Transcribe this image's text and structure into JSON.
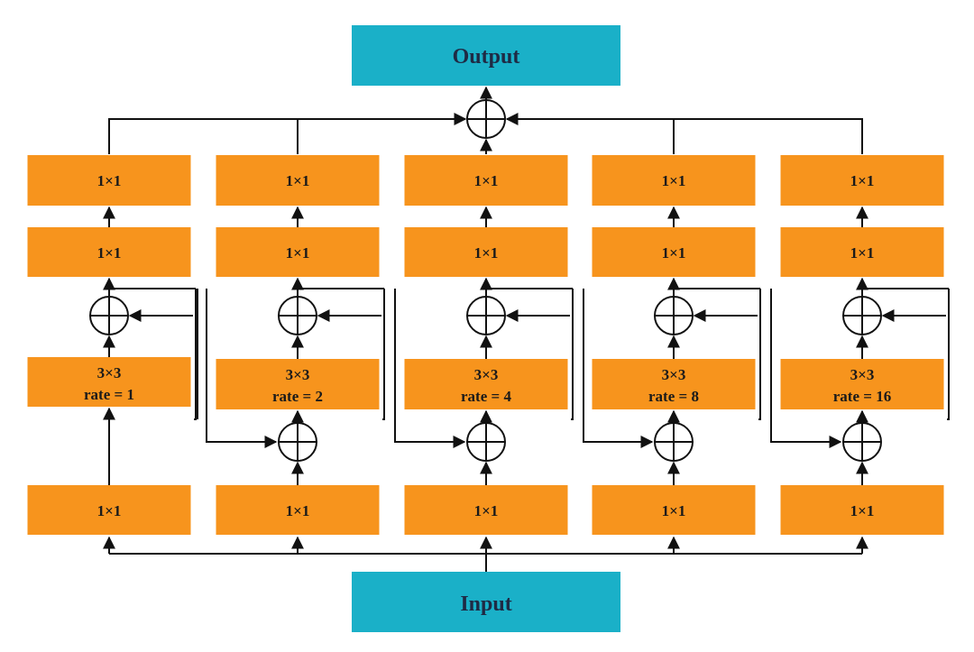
{
  "output_label": "Output",
  "input_label": "Input",
  "branches": [
    {
      "top_label": "1×1",
      "second_label": "1×1",
      "conv_label": "3×3",
      "rate_label": "rate = 1",
      "bottom_label": "1×1"
    },
    {
      "top_label": "1×1",
      "second_label": "1×1",
      "conv_label": "3×3",
      "rate_label": "rate = 2",
      "bottom_label": "1×1"
    },
    {
      "top_label": "1×1",
      "second_label": "1×1",
      "conv_label": "3×3",
      "rate_label": "rate = 4",
      "bottom_label": "1×1"
    },
    {
      "top_label": "1×1",
      "second_label": "1×1",
      "conv_label": "3×3",
      "rate_label": "rate = 8",
      "bottom_label": "1×1"
    },
    {
      "top_label": "1×1",
      "second_label": "1×1",
      "conv_label": "3×3",
      "rate_label": "rate = 16",
      "bottom_label": "1×1"
    }
  ],
  "colors": {
    "block": "#f7941d",
    "io_block": "#1ab0c8",
    "line": "#111111"
  }
}
